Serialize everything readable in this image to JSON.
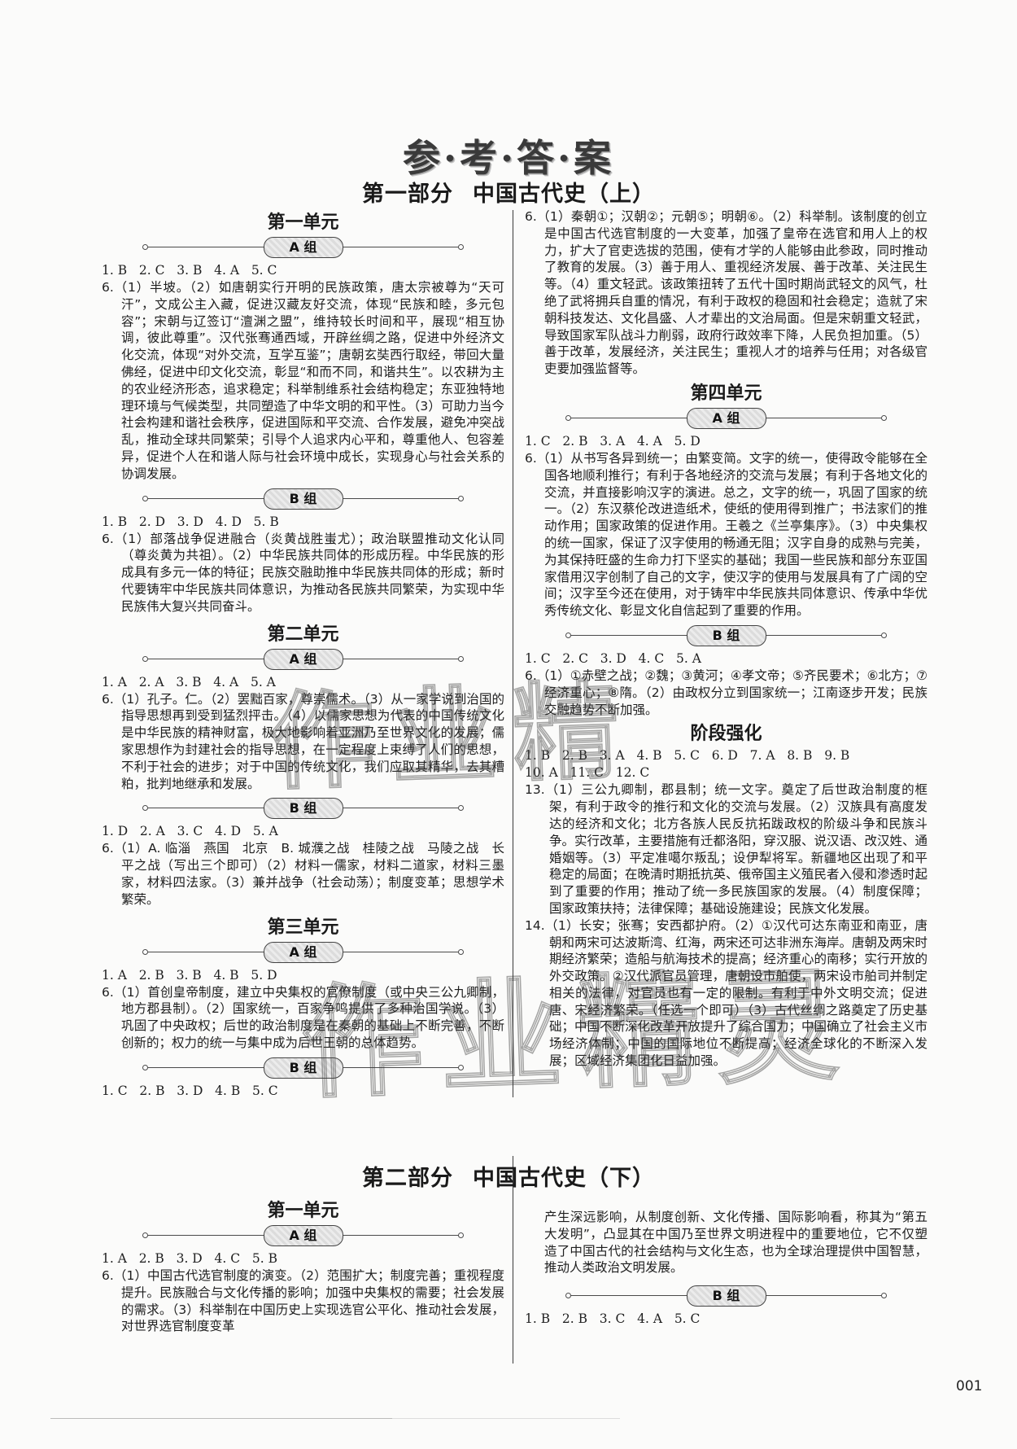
{
  "header": {
    "title": "参·考·答·案",
    "part1_title": "第一部分",
    "part1_subtitle": "中国古代史（上）",
    "part2_title": "第二部分",
    "part2_subtitle": "中国古代史（下）"
  },
  "part1": {
    "unit1": {
      "heading": "第一单元",
      "groupA": {
        "label": "A 组",
        "mc": "1. B   2. C   3. B   4. A   5. C",
        "q6": "6.（1）半坡。（2）如唐朝实行开明的民族政策，唐太宗被尊为“天可汗”，文成公主入藏，促进汉藏友好交流，体现“民族和睦，多元包容”；宋朝与辽签订“澶渊之盟”，维持较长时间和平，展现“相互协调，彼此尊重”。汉代张骞通西域，开辟丝绸之路，促进中外经济文化交流，体现“对外交流，互学互鉴”；唐朝玄奘西行取经，带回大量佛经，促进中印文化交流，彰显“和而不同，和谐共生”。以农耕为主的农业经济形态，追求稳定；科举制维系社会结构稳定；东亚独特地理环境与气候类型，共同塑造了中华文明的和平性。（3）可助力当今社会构建和谐社会秩序，促进国际和平交流、合作发展，避免冲突战乱，推动全球共同繁荣；引导个人追求内心平和，尊重他人、包容差异，促进个人在和谐人际与社会环境中成长，实现身心与社会关系的协调发展。"
      },
      "groupB": {
        "label": "B 组",
        "mc": "1. B   2. D   3. D   4. D   5. B",
        "q6": "6.（1）部落战争促进融合（炎黄战胜蚩尤）；政治联盟推动文化认同（尊炎黄为共祖）。（2）中华民族共同体的形成历程。中华民族的形成具有多元一体的特征；民族交融助推中华民族共同体的形成；新时代要铸牢中华民族共同体意识，为推动各民族共同繁荣，为实现中华民族伟大复兴共同奋斗。"
      }
    },
    "unit2": {
      "heading": "第二单元",
      "groupA": {
        "label": "A 组",
        "mc": "1. A   2. A   3. B   4. A   5. A",
        "q6": "6.（1）孔子。仁。（2）罢黜百家，尊崇儒术。（3）从一家学说到治国的指导思想再到受到猛烈抨击。（4）以儒家思想为代表的中国传统文化是中华民族的精神财富，极大地影响着亚洲乃至世界文化的发展；儒家思想作为封建社会的指导思想，在一定程度上束缚了人们的思想，不利于社会的进步；对于中国的传统文化，我们应取其精华，去其糟粕，批判地继承和发展。"
      },
      "groupB": {
        "label": "B 组",
        "mc": "1. D   2. A   3. C   4. D   5. A",
        "q6": "6.（1）A. 临淄　燕国　北京　B. 城濮之战　桂陵之战　马陵之战　长平之战（写出三个即可）（2）材料一儒家，材料二道家，材料三墨家，材料四法家。（3）兼并战争（社会动荡）；制度变革；思想学术繁荣。"
      }
    },
    "unit3": {
      "heading": "第三单元",
      "groupA": {
        "label": "A 组",
        "mc": "1. A   2. B   3. B   4. B   5. D",
        "q6": "6.（1）首创皇帝制度，建立中央集权的官僚制度（或中央三公九卿制，地方郡县制）。（2）国家统一，百家争鸣提供了多种治国学说。（3）巩固了中央政权；后世的政治制度是在秦朝的基础上不断完善，不断创新的；权力的统一与集中成为后世王朝的总体趋势。",
        "q6_right": "6.（1）秦朝①；汉朝②；元朝⑤；明朝⑥。（2）科举制。该制度的创立是中国古代选官制度的一大变革，加强了皇帝在选官和用人上的权力，扩大了官吏选拔的范围，使有才学的人能够由此参政，同时推动了教育的发展。（3）善于用人、重视经济发展、善于改革、关注民生等。（4）重文轻武。该政策扭转了五代十国时期尚武轻文的风气，杜绝了武将拥兵自重的情况，有利于政权的稳固和社会稳定；造就了宋朝科技发达、文化昌盛、人才辈出的文治局面。但是宋朝重文轻武，导致国家军队战斗力削弱，政府行政效率下降，人民负担加重。（5）善于改革，发展经济，关注民生；重视人才的培养与任用；对各级官吏要加强监督等。"
      },
      "groupB": {
        "label": "B 组",
        "mc": "1. C   2. B   3. D   4. B   5. C"
      }
    },
    "unit4": {
      "heading": "第四单元",
      "groupA": {
        "label": "A 组",
        "mc": "1. C   2. B   3. A   4. A   5. D",
        "q6": "6.（1）从书写各异到统一；由繁变简。文字的统一，使得政令能够在全国各地顺利推行；有利于各地经济的交流与发展；有利于各地文化的交流，并直接影响汉字的演进。总之，文字的统一，巩固了国家的统一。（2）东汉蔡伦改进造纸术，使纸的使用得到推广；书法家们的推动作用；国家政策的促进作用。王羲之《兰亭集序》。（3）中央集权的统一国家，保证了汉字使用的畅通无阻；汉字自身的成熟与完美，为其保持旺盛的生命力打下坚实的基础；我国一些民族和部分东亚国家借用汉字创制了自己的文字，使汉字的使用与发展具有了广阔的空间；汉字至今还在使用，对于铸牢中华民族共同体意识、传承中华优秀传统文化、彰显文化自信起到了重要的作用。"
      },
      "groupB": {
        "label": "B 组",
        "mc": "1. C   2. C   3. D   4. C   5. A",
        "q6": "6.（1）①赤壁之战；②魏；③黄河；④孝文帝；⑤齐民要术；⑥北方；⑦经济重心；⑧隋。（2）由政权分立到国家统一；江南逐步开发；民族交融趋势不断加强。"
      }
    },
    "stage": {
      "heading": "阶段强化",
      "mc1": "1. B   2. B   3. A   4. B   5. C   6. D   7. A   8. B   9. B",
      "mc2": "10. A   11. C   12. C",
      "q13": "13.（1）三公九卿制，郡县制；统一文字。奠定了后世政治制度的框架，有利于政令的推行和文化的交流与发展。（2）汉族具有高度发达的经济和文化；北方各族人民反抗拓跋政权的阶级斗争和民族斗争。实行改革，主要措施有迁都洛阳，穿汉服、说汉语、改汉姓、通婚姻等。（3）平定准噶尔叛乱；设伊犁将军。新疆地区出现了和平稳定的局面；在晚清时期抵抗英、俄帝国主义殖民者入侵和渗透时起到了重要的作用；推动了统一多民族国家的发展。（4）制度保障；国家政策扶持；法律保障；基础设施建设；民族文化发展。",
      "q14": "14.（1）长安；张骞；安西都护府。（2）①汉代可达东南亚和南亚，唐朝和两宋可达波斯湾、红海，两宋还可达非洲东海岸。唐朝及两宋时期经济繁荣；造船与航海技术的提高；经济重心的南移；实行开放的外交政策。②汉代派官员管理，唐朝设市舶使，两宋设市舶司并制定相关的法律，对官员也有一定的限制。有利于中外文明交流；促进唐、宋经济繁荣。（任选一个即可）（3）古代丝绸之路奠定了历史基础；中国不断深化改革开放提升了综合国力；中国确立了社会主义市场经济体制；中国的国际地位不断提高；经济全球化的不断深入发展；区域经济集团化日益加强。"
    }
  },
  "part2": {
    "unit1": {
      "heading": "第一单元",
      "groupA": {
        "label": "A 组",
        "mc": "1. A   2. B   3. D   4. C   5. B",
        "q6": "6.（1）中国古代选官制度的演变。（2）范围扩大；制度完善；重视程度提升。民族融合与文化传播的影响；加强中央集权的需要；社会发展的需求。（3）科举制在中国历史上实现选官公平化、推动社会发展，对世界选官制度变革",
        "q6_cont": "产生深远影响，从制度创新、文化传播、国际影响看，称其为“第五大发明”，凸显其在中国乃至世界文明进程中的重要地位，它不仅塑造了中国古代的社会结构与文化生态，也为全球治理提供中国智慧，推动人类政治文明发展。"
      },
      "groupB": {
        "label": "B 组",
        "mc": "1. B   2. B   3. C   4. A   5. C"
      }
    }
  },
  "watermark": {
    "text1": "作业精",
    "text2": "作业精灵"
  },
  "footer": {
    "page_number": "001"
  }
}
